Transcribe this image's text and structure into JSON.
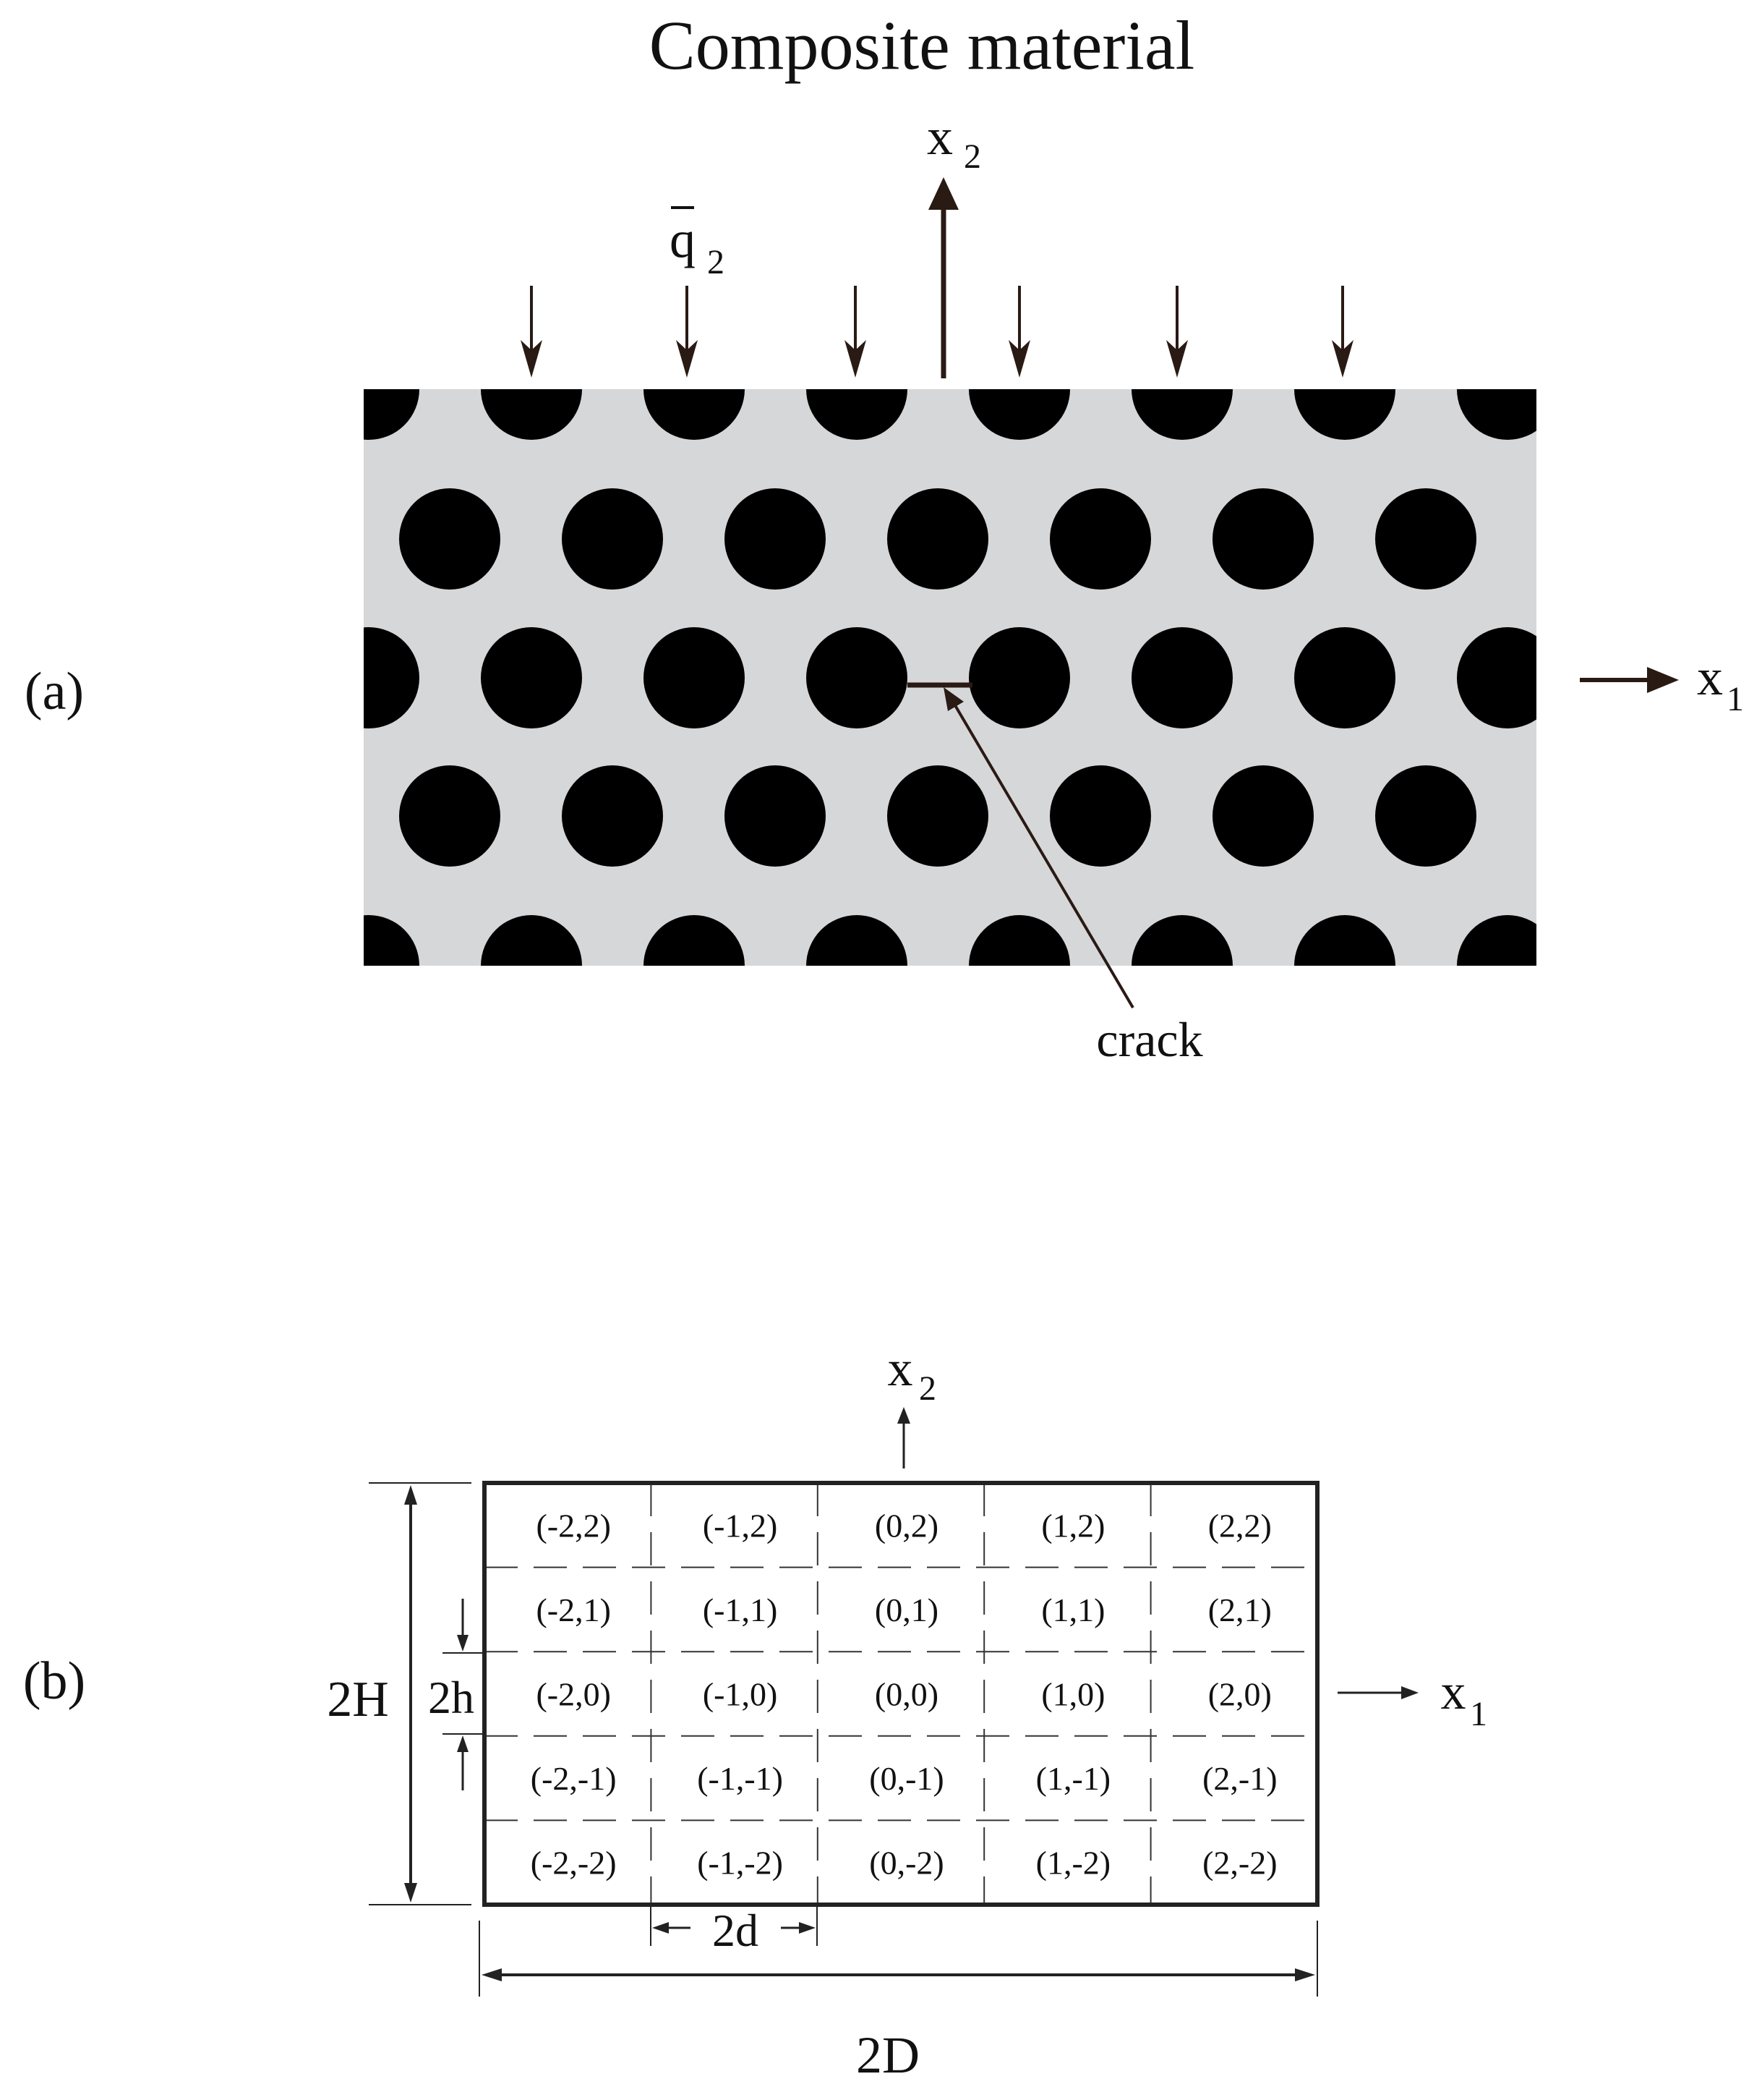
{
  "panel_a": {
    "title": "Composite material",
    "panel_label": "(a)",
    "load_label_main": "q",
    "load_label_sub": "2",
    "axis_x1_main": "x",
    "axis_x1_sub": "1",
    "axis_x2_main": "x",
    "axis_x2_sub": "2",
    "crack_label": "crack",
    "matrix_color": "#d6d7d9",
    "fiber_color": "#000000",
    "arrow_color": "#2a1a14"
  },
  "panel_b": {
    "panel_label": "(b)",
    "axis_x1_main": "x",
    "axis_x1_sub": "1",
    "axis_x2_main": "x",
    "axis_x2_sub": "2",
    "dim_2H": "2H",
    "dim_2h": "2h",
    "dim_2d": "2d",
    "dim_2D": "2D",
    "cells": [
      [
        "(-2,2)",
        "(-1,2)",
        "(0,2)",
        "(1,2)",
        "(2,2)"
      ],
      [
        "(-2,1)",
        "(-1,1)",
        "(0,1)",
        "(1,1)",
        "(2,1)"
      ],
      [
        "(-2,0)",
        "(-1,0)",
        "(0,0)",
        "(1,0)",
        "(2,0)"
      ],
      [
        "(-2,-1)",
        "(-1,-1)",
        "(0,-1)",
        "(1,-1)",
        "(2,-1)"
      ],
      [
        "(-2,-2)",
        "(-1,-2)",
        "(0,-2)",
        "(1,-2)",
        "(2,-2)"
      ]
    ]
  }
}
